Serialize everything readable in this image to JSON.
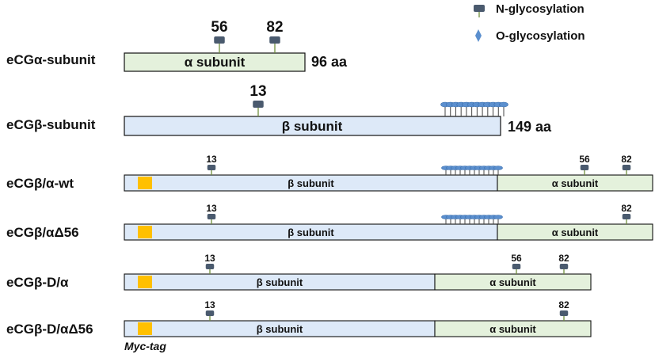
{
  "legend": {
    "n_glyc": "N-glycosylation",
    "o_glyc": "O-glycosylation"
  },
  "colors": {
    "beta_fill": "#dde9f8",
    "alpha_fill": "#e4f1dc",
    "n_glyc_marker": "#4a5a6e",
    "o_glyc_marker": "#5b8fce",
    "myc_tag": "#ffc000",
    "stem": "#6f8f3d",
    "outline": "#111111"
  },
  "rows": [
    {
      "label": "eCGα-subunit",
      "length_label": "96 aa",
      "segments": [
        {
          "type": "alpha",
          "label": "α subunit"
        }
      ],
      "n_sites": [
        "56",
        "82"
      ],
      "o_glyc": false,
      "myc_tag": false
    },
    {
      "label": "eCGβ-subunit",
      "length_label": "149 aa",
      "segments": [
        {
          "type": "beta",
          "label": "β subunit"
        }
      ],
      "n_sites": [
        "13"
      ],
      "o_glyc": true,
      "myc_tag": false
    },
    {
      "label": "eCGβ/α-wt",
      "segments": [
        {
          "type": "beta",
          "label": "β subunit"
        },
        {
          "type": "alpha",
          "label": "α subunit"
        }
      ],
      "n_sites": [
        "13",
        "56",
        "82"
      ],
      "o_glyc": true,
      "myc_tag": true
    },
    {
      "label": "eCGβ/αΔ56",
      "segments": [
        {
          "type": "beta",
          "label": "β subunit"
        },
        {
          "type": "alpha",
          "label": "α subunit"
        }
      ],
      "n_sites": [
        "13",
        "82"
      ],
      "o_glyc": true,
      "myc_tag": true
    },
    {
      "label": "eCGβ-D/α",
      "segments": [
        {
          "type": "beta",
          "label": "β subunit"
        },
        {
          "type": "alpha",
          "label": "α subunit"
        }
      ],
      "n_sites": [
        "13",
        "56",
        "82"
      ],
      "o_glyc": false,
      "myc_tag": true
    },
    {
      "label": "eCGβ-D/αΔ56",
      "segments": [
        {
          "type": "beta",
          "label": "β subunit"
        },
        {
          "type": "alpha",
          "label": "α subunit"
        }
      ],
      "n_sites": [
        "13",
        "82"
      ],
      "o_glyc": false,
      "myc_tag": true
    }
  ],
  "myc_tag_label": "Myc-tag"
}
